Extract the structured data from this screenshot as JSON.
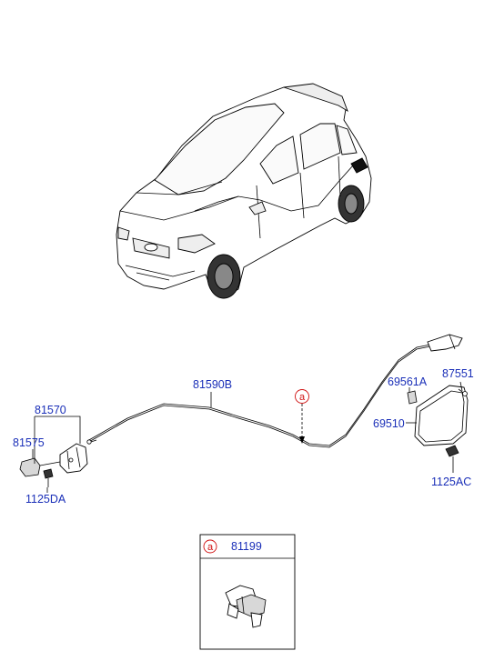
{
  "labels": {
    "cable": "81590B",
    "lever_assy": "81570",
    "lever": "81575",
    "bolt_left": "1125DA",
    "cover_spring": "69561A",
    "rod": "87551",
    "filler_door": "69510",
    "screw_right": "1125AC",
    "clip": "81199"
  },
  "refs": {
    "marker_main": "a",
    "marker_detail": "a"
  },
  "colors": {
    "label_blue": "#1a2fb8",
    "ref_red": "#d01010"
  }
}
